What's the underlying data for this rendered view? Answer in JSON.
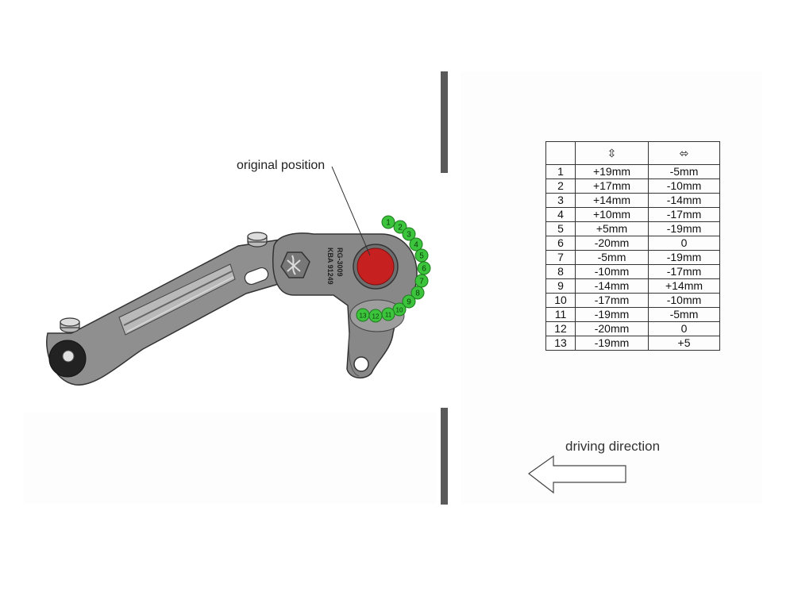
{
  "labels": {
    "original_position": "original position",
    "driving_direction": "driving direction"
  },
  "part": {
    "engraving_1": "RG-3009",
    "engraving_2": "KBA 91249"
  },
  "table": {
    "headers": [
      "",
      "⇳",
      "⬄"
    ],
    "rows": [
      [
        "1",
        "+19mm",
        "-5mm"
      ],
      [
        "2",
        "+17mm",
        "-10mm"
      ],
      [
        "3",
        "+14mm",
        "-14mm"
      ],
      [
        "4",
        "+10mm",
        "-17mm"
      ],
      [
        "5",
        "+5mm",
        "-19mm"
      ],
      [
        "6",
        "-20mm",
        "0"
      ],
      [
        "7",
        "-5mm",
        "-19mm"
      ],
      [
        "8",
        "-10mm",
        "-17mm"
      ],
      [
        "9",
        "-14mm",
        "+14mm"
      ],
      [
        "10",
        "-17mm",
        "-10mm"
      ],
      [
        "11",
        "-19mm",
        "-5mm"
      ],
      [
        "12",
        "-20mm",
        "0"
      ],
      [
        "13",
        "-19mm",
        "+5"
      ]
    ]
  },
  "positions": [
    "1",
    "2",
    "3",
    "4",
    "5",
    "6",
    "7",
    "8",
    "9",
    "10",
    "11",
    "12",
    "13"
  ],
  "colors": {
    "marker_fill": "#3cc43c",
    "marker_stroke": "#1e7a1e",
    "pin": "#cc2222",
    "metal": "#8c8c8c",
    "metal_light": "#b4b4b4"
  }
}
